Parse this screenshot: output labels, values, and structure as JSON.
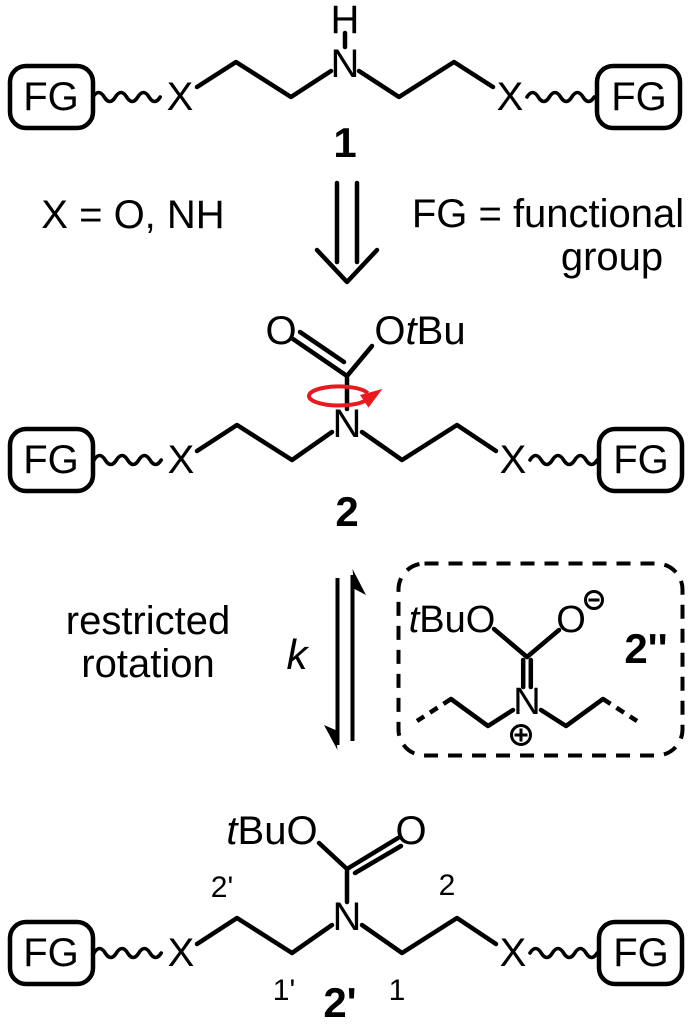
{
  "colors": {
    "ink": "#000000",
    "rotation_arrow_red": "#e8191f",
    "background": "#ffffff"
  },
  "atoms": {
    "fg": "FG",
    "x": "X",
    "n": "N",
    "h": "H",
    "o": "O"
  },
  "legend": {
    "x_definition": "X = O, NH",
    "fg_definition_line1": "FG = functional",
    "fg_definition_line2": "group"
  },
  "structure_1": {
    "label": "1"
  },
  "structure_2": {
    "label": "2",
    "carbonyl_o": "O",
    "ester_o": "O",
    "ester_t": "t",
    "ester_bu": "Bu"
  },
  "middle": {
    "process_line1": "restricted",
    "process_line2": "rotation",
    "rate_constant": "k"
  },
  "structure_2pp": {
    "label": "2''",
    "ester_t": "t",
    "ester_buo": "BuO",
    "o_minus": "O",
    "n": "N"
  },
  "structure_2p": {
    "label": "2'",
    "ester_t": "t",
    "ester_buo": "BuO",
    "carbonyl_o": "O",
    "pos_left_upper": "2'",
    "pos_left_lower": "1'",
    "pos_right_upper": "2",
    "pos_right_lower": "1"
  },
  "icons": {
    "rotation_arrow": "red-elliptical-rotation-arrow",
    "reaction_arrow": "double-line-down-arrow",
    "equilibrium_arrow": "vertical-double-harpoon",
    "negative_charge": "circled-minus",
    "positive_charge": "circled-plus",
    "wavy_bond": "squiggle-line",
    "resonance_box": "dashed-rounded-rectangle"
  }
}
